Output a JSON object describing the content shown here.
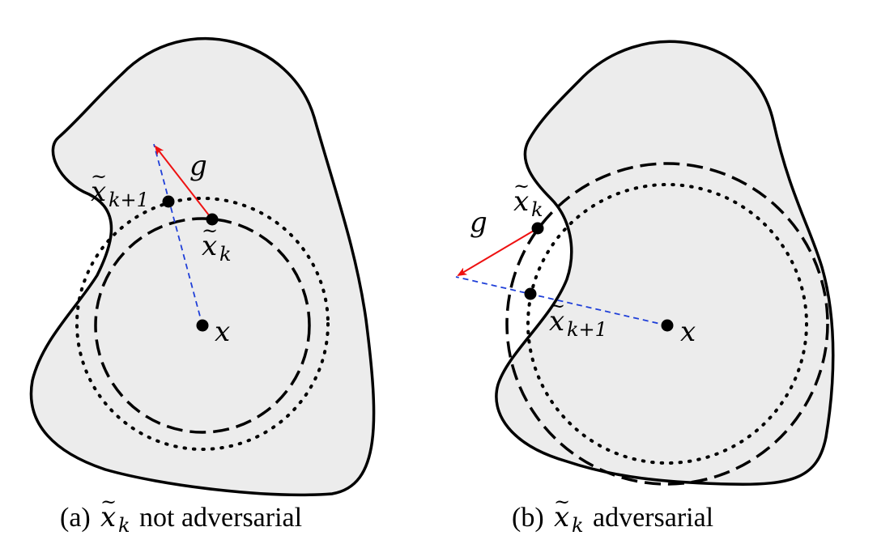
{
  "panels": [
    {
      "id": "a",
      "point_x": {
        "base": "x",
        "tilde": ""
      },
      "point_xk": {
        "base": "x",
        "tilde": "~",
        "sub": "k"
      },
      "point_xk1": {
        "base": "x",
        "tilde": "~",
        "sub": "k+1"
      },
      "gradient_label": "g",
      "caption": {
        "prefix": "(a)",
        "base": "x",
        "tilde": "~",
        "sub": "k",
        "suffix": "not adversarial"
      }
    },
    {
      "id": "b",
      "point_x": {
        "base": "x",
        "tilde": ""
      },
      "point_xk": {
        "base": "x",
        "tilde": "~",
        "sub": "k"
      },
      "point_xk1": {
        "base": "x",
        "tilde": "~",
        "sub": "k+1"
      },
      "gradient_label": "g",
      "caption": {
        "prefix": "(b)",
        "base": "x",
        "tilde": "~",
        "sub": "k",
        "suffix": "adversarial"
      }
    }
  ],
  "colors": {
    "region_fill": "#ececec",
    "outline": "#000000",
    "gradient_arrow": "#ee1111",
    "projection_line": "#1f3fd8"
  }
}
